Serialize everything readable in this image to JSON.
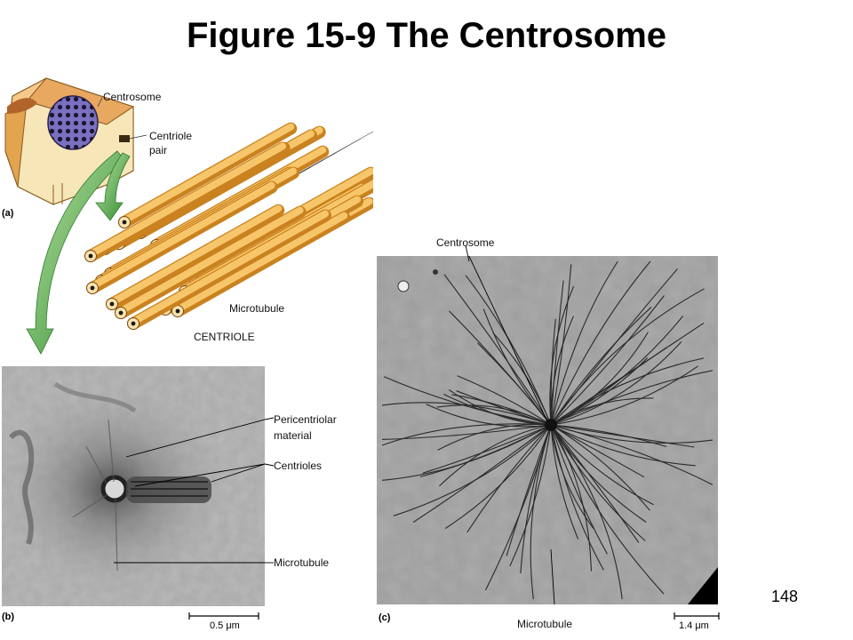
{
  "title": "Figure 15-9 The Centrosome",
  "page_number": "148",
  "panel_a": {
    "letter": "(a)",
    "labels": {
      "centrosome": "Centrosome",
      "centriole_pair_1": "Centriole",
      "centriole_pair_2": "pair",
      "microtubule": "Microtubule",
      "centriole": "CENTRIOLE"
    }
  },
  "panel_b": {
    "letter": "(b)",
    "labels": {
      "pericentriolar_1": "Pericentriolar",
      "pericentriolar_2": "material",
      "centrioles": "Centrioles",
      "microtubule": "Microtubule"
    },
    "scale": "0.5 μm"
  },
  "panel_c": {
    "letter": "(c)",
    "labels": {
      "centrosome": "Centrosome",
      "microtubule": "Microtubule"
    },
    "scale": "1.4 μm"
  },
  "colors": {
    "tube_fill": "#f3b24a",
    "tube_edge": "#c9821f",
    "cell_fill": "#f7e6b7",
    "nucleus": "#7a70c0",
    "arrow_green": "#3c9a3c",
    "micrograph_b": "#a9a9a9",
    "micrograph_c": "#9c9c9c"
  }
}
